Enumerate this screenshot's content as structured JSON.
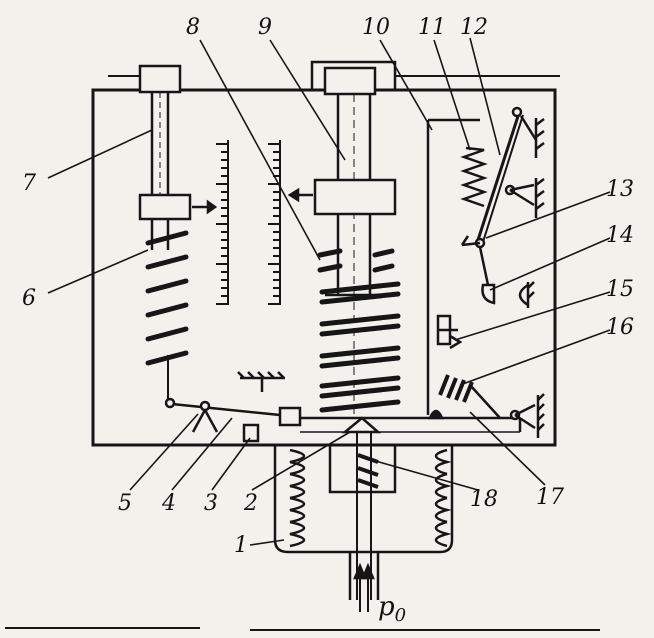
{
  "diagram": {
    "callouts": [
      {
        "id": "1",
        "text": "1"
      },
      {
        "id": "2",
        "text": "2"
      },
      {
        "id": "3",
        "text": "3"
      },
      {
        "id": "4",
        "text": "4"
      },
      {
        "id": "5",
        "text": "5"
      },
      {
        "id": "6",
        "text": "6"
      },
      {
        "id": "7",
        "text": "7"
      },
      {
        "id": "8",
        "text": "8"
      },
      {
        "id": "9",
        "text": "9"
      },
      {
        "id": "10",
        "text": "10"
      },
      {
        "id": "11",
        "text": "11"
      },
      {
        "id": "12",
        "text": "12"
      },
      {
        "id": "13",
        "text": "13"
      },
      {
        "id": "14",
        "text": "14"
      },
      {
        "id": "15",
        "text": "15"
      },
      {
        "id": "16",
        "text": "16"
      },
      {
        "id": "17",
        "text": "17"
      },
      {
        "id": "18",
        "text": "18"
      }
    ],
    "pressure_label": {
      "symbol": "p",
      "subscript": "0"
    }
  },
  "colors": {
    "ink": "#161616",
    "paper": "#f3f1ec"
  }
}
